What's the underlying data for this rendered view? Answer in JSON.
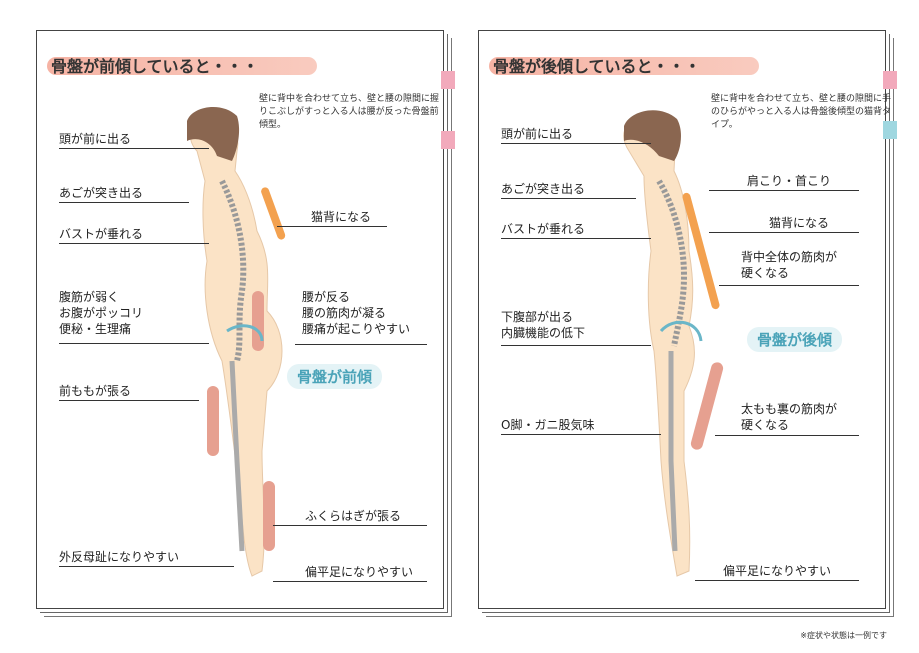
{
  "left": {
    "title": "骨盤が前傾していると・・・",
    "note": "壁に背中を合わせて立ち、壁と腰の隙間に握りこぶしがすっと入る人は腰が反った骨盤前傾型。",
    "labels_left": [
      "頭が前に出る",
      "あごが突き出る",
      "バストが垂れる",
      "腹筋が弱く\nお腹がポッコリ\n便秘・生理痛",
      "前ももが張る",
      "外反母趾になりやすい"
    ],
    "labels_right": [
      "猫背になる",
      "腰が反る\n腰の筋肉が凝る\n腰痛が起こりやすい",
      "ふくらはぎが張る",
      "偏平足になりやすい"
    ],
    "badge": "骨盤が前傾"
  },
  "right": {
    "title": "骨盤が後傾していると・・・",
    "note": "壁に背中を合わせて立ち、壁と腰の隙間に手のひらがやっと入る人は骨盤後傾型の猫背タイプ。",
    "labels_left": [
      "頭が前に出る",
      "あごが突き出る",
      "バストが垂れる",
      "下腹部が出る\n内臓機能の低下",
      "O脚・ガニ股気味"
    ],
    "labels_right": [
      "肩こり・首こり",
      "猫背になる",
      "背中全体の筋肉が\n硬くなる",
      "太もも裏の筋肉が\n硬くなる",
      "偏平足になりやすい"
    ],
    "badge": "骨盤が後傾"
  },
  "footnote": "※症状や状態は一例です",
  "colors": {
    "accent": "#f6b3a4",
    "teal": "#4aa3b8",
    "skin": "#fbe3c6",
    "hair": "#8a6650"
  }
}
